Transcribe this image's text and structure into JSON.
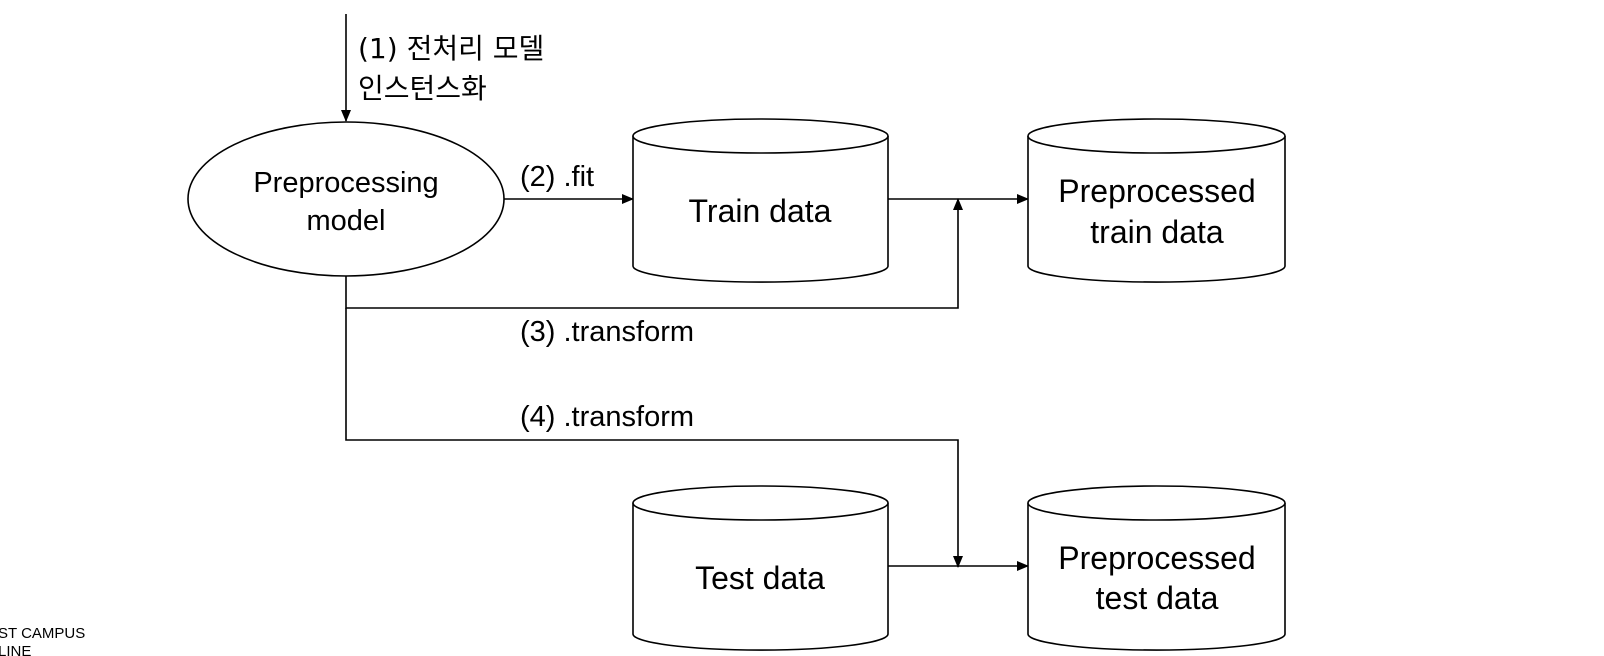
{
  "steps": {
    "step1_line1": "(1) 전처리 모델",
    "step1_line2": "인스턴스화",
    "step2": "(2) .fit",
    "step3": "(3) .transform",
    "step4": "(4) .transform"
  },
  "nodes": {
    "preprocessing_model_line1": "Preprocessing",
    "preprocessing_model_line2": "model",
    "train_data": "Train data",
    "preprocessed_train_line1": "Preprocessed",
    "preprocessed_train_line2": "train data",
    "test_data": "Test data",
    "preprocessed_test_line1": "Preprocessed",
    "preprocessed_test_line2": "test data"
  },
  "footer": {
    "line1": "ST CAMPUS",
    "line2": "LINE"
  },
  "colors": {
    "stroke": "#000000",
    "fill": "#ffffff",
    "text": "#000000"
  }
}
